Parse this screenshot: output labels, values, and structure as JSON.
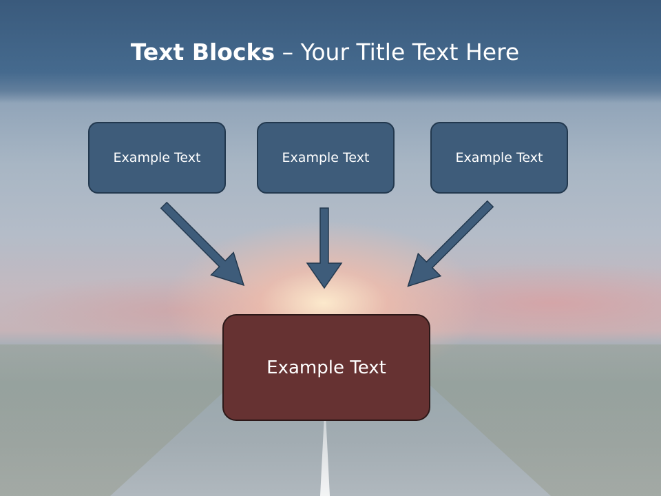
{
  "title": {
    "bold": "Text Blocks",
    "rest": " – Your Title Text Here"
  },
  "boxes": {
    "top": [
      {
        "label": "Example Text"
      },
      {
        "label": "Example Text"
      },
      {
        "label": "Example Text"
      }
    ],
    "main": {
      "label": "Example Text"
    }
  },
  "colors": {
    "header": "#3a5a7c",
    "top_box_fill": "#3e5c7a",
    "top_box_border": "#22384e",
    "main_box_fill": "#663232",
    "main_box_border": "#2c1818",
    "text": "#ffffff"
  }
}
